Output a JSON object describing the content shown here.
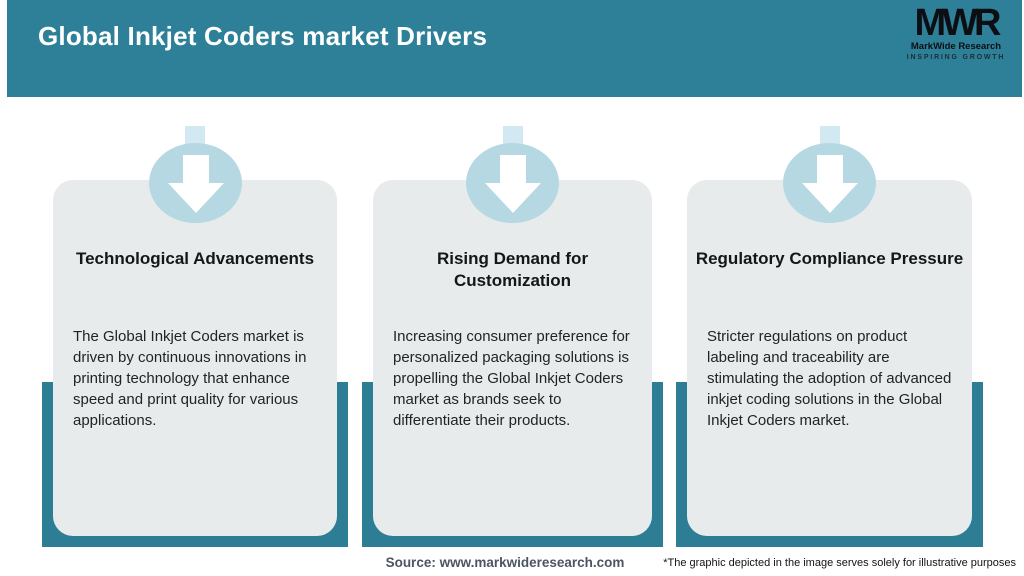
{
  "header": {
    "title": "Global Inkjet Coders market Drivers",
    "logo": {
      "monogram": "MWR",
      "name": "MarkWide Research",
      "tagline": "INSPIRING GROWTH"
    }
  },
  "cards": [
    {
      "title": "Technological Advancements",
      "body": "The Global Inkjet Coders market is driven by continuous innovations in printing technology that enhance speed and print quality for various applications."
    },
    {
      "title": "Rising Demand for Customization",
      "body": "Increasing consumer preference for personalized packaging solutions is propelling the Global Inkjet Coders market as brands seek to differentiate their products."
    },
    {
      "title": "Regulatory Compliance Pressure",
      "body": "Stricter regulations on product labeling and traceability are stimulating the adoption of advanced inkjet coding solutions in the Global Inkjet Coders market."
    }
  ],
  "footer": {
    "source": "Source: www.markwideresearch.com",
    "disclaimer": "*The graphic depicted in the image serves solely for illustrative purposes"
  },
  "colors": {
    "header_teal": "#2e8098",
    "ribbon_teal": "#2d7d95",
    "card_bg": "#e8ebec",
    "circle_blue": "#b5d8e3",
    "tab_blue": "#d2e9f1",
    "arrow_white": "#ffffff",
    "source_text": "#4b5563"
  },
  "icons": {
    "card_icon": "down-arrow-icon"
  }
}
